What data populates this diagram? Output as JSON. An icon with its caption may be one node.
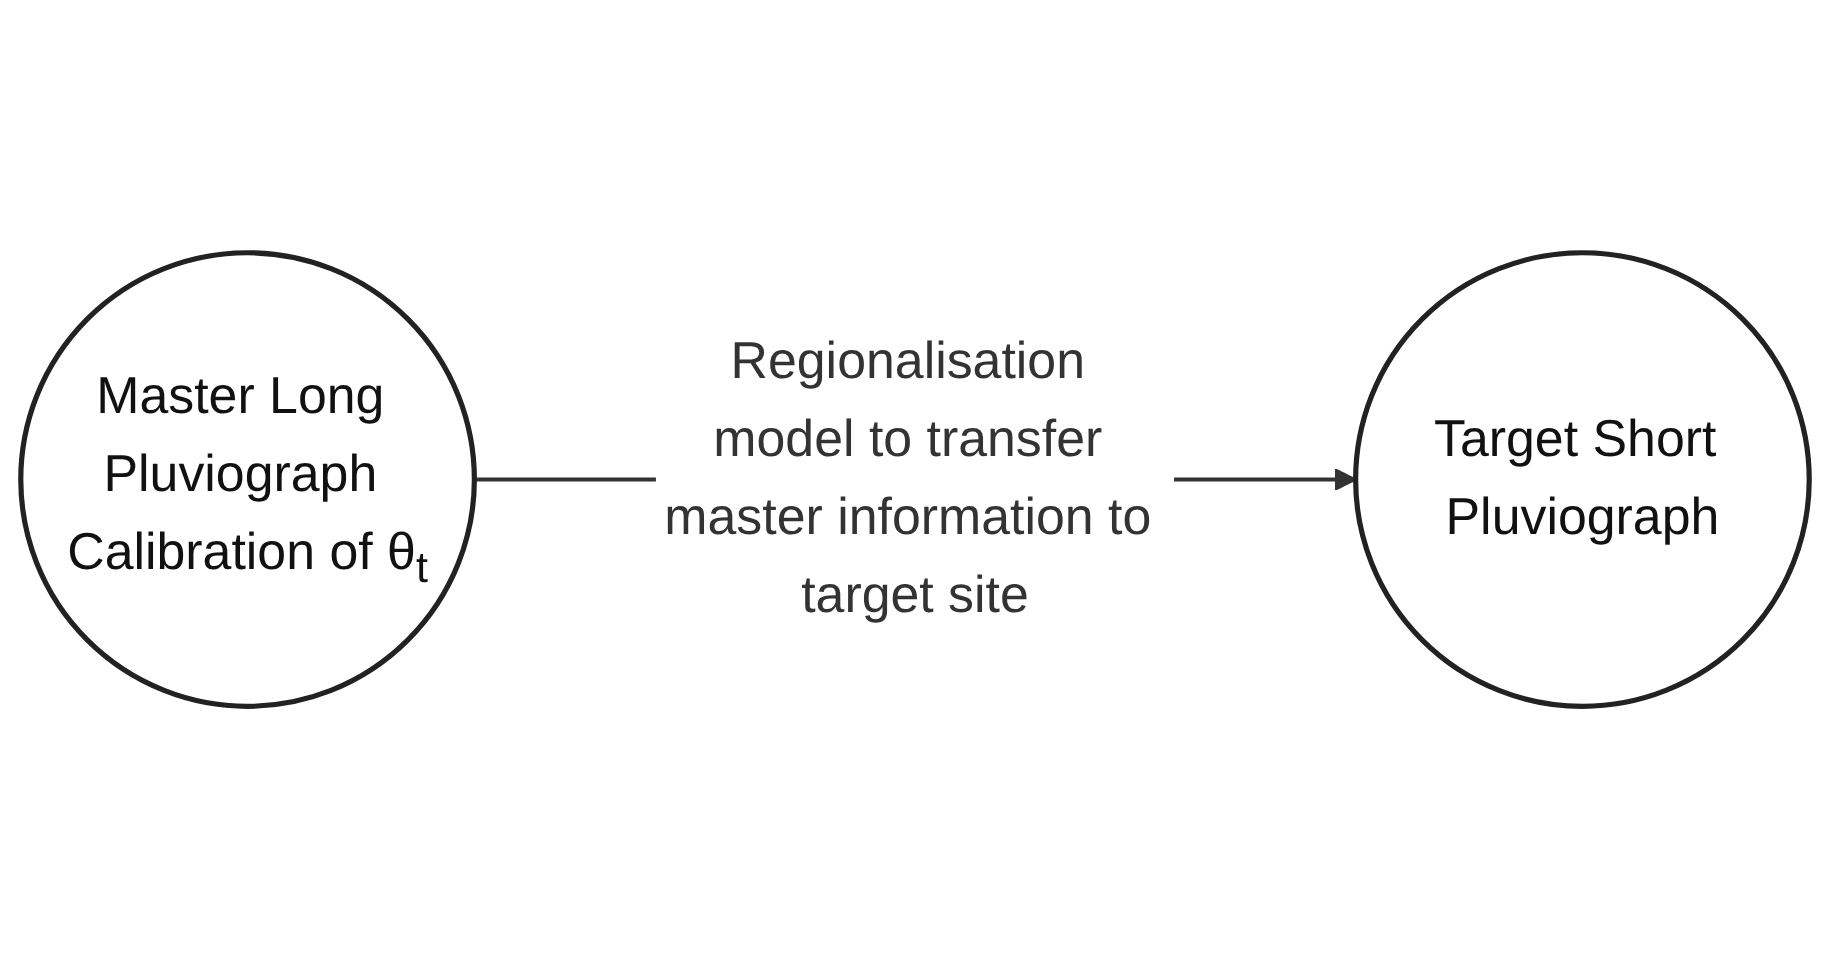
{
  "diagram": {
    "nodes": [
      {
        "text": [
          "Master Long Pluviograph Calibration of θ$_{t}$"
        ]
      },
      {
        "text": [
          "Target Short Pluviograph"
        ]
      }
    ],
    "edges": [
      {
        "from": 0,
        "to": 1,
        "arrow": "to",
        "label": "Regionalisation model to transfer master information to target site"
      }
    ]
  }
}
